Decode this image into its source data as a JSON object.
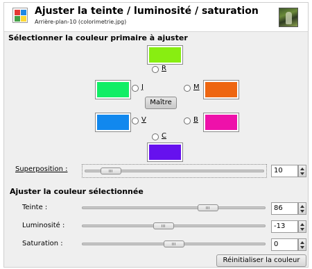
{
  "header": {
    "title": "Ajuster la teinte / luminosité / saturation",
    "subtitle": "Arrière-plan-10 (colorimetrie.jpg)",
    "icon": "hue-saturation-icon",
    "thumbnail": "image-thumbnail"
  },
  "primary_section": {
    "title": "Sélectionner la couleur primaire à ajuster",
    "master_label": "Maître",
    "colors": [
      {
        "key": "R",
        "label": "R",
        "hex": "#88ee11"
      },
      {
        "key": "J",
        "label": "J",
        "hex": "#11ee66"
      },
      {
        "key": "M",
        "label": "M",
        "hex": "#ee6611"
      },
      {
        "key": "V",
        "label": "V",
        "hex": "#1188ee"
      },
      {
        "key": "B",
        "label": "B",
        "hex": "#ee11aa"
      },
      {
        "key": "C",
        "label": "C",
        "hex": "#6611ee"
      }
    ]
  },
  "overlap": {
    "label": "Superposition :",
    "value": "10",
    "fraction": 0.1
  },
  "adjust_section": {
    "title": "Ajuster la couleur sélectionnée",
    "sliders": [
      {
        "label": "Teinte :",
        "value": "86",
        "fraction": 0.71
      },
      {
        "label": "Luminosité :",
        "value": "-13",
        "fraction": 0.44
      },
      {
        "label": "Saturation :",
        "value": "0",
        "fraction": 0.5
      }
    ]
  },
  "buttons": {
    "reset": "Réinitialiser la couleur"
  }
}
